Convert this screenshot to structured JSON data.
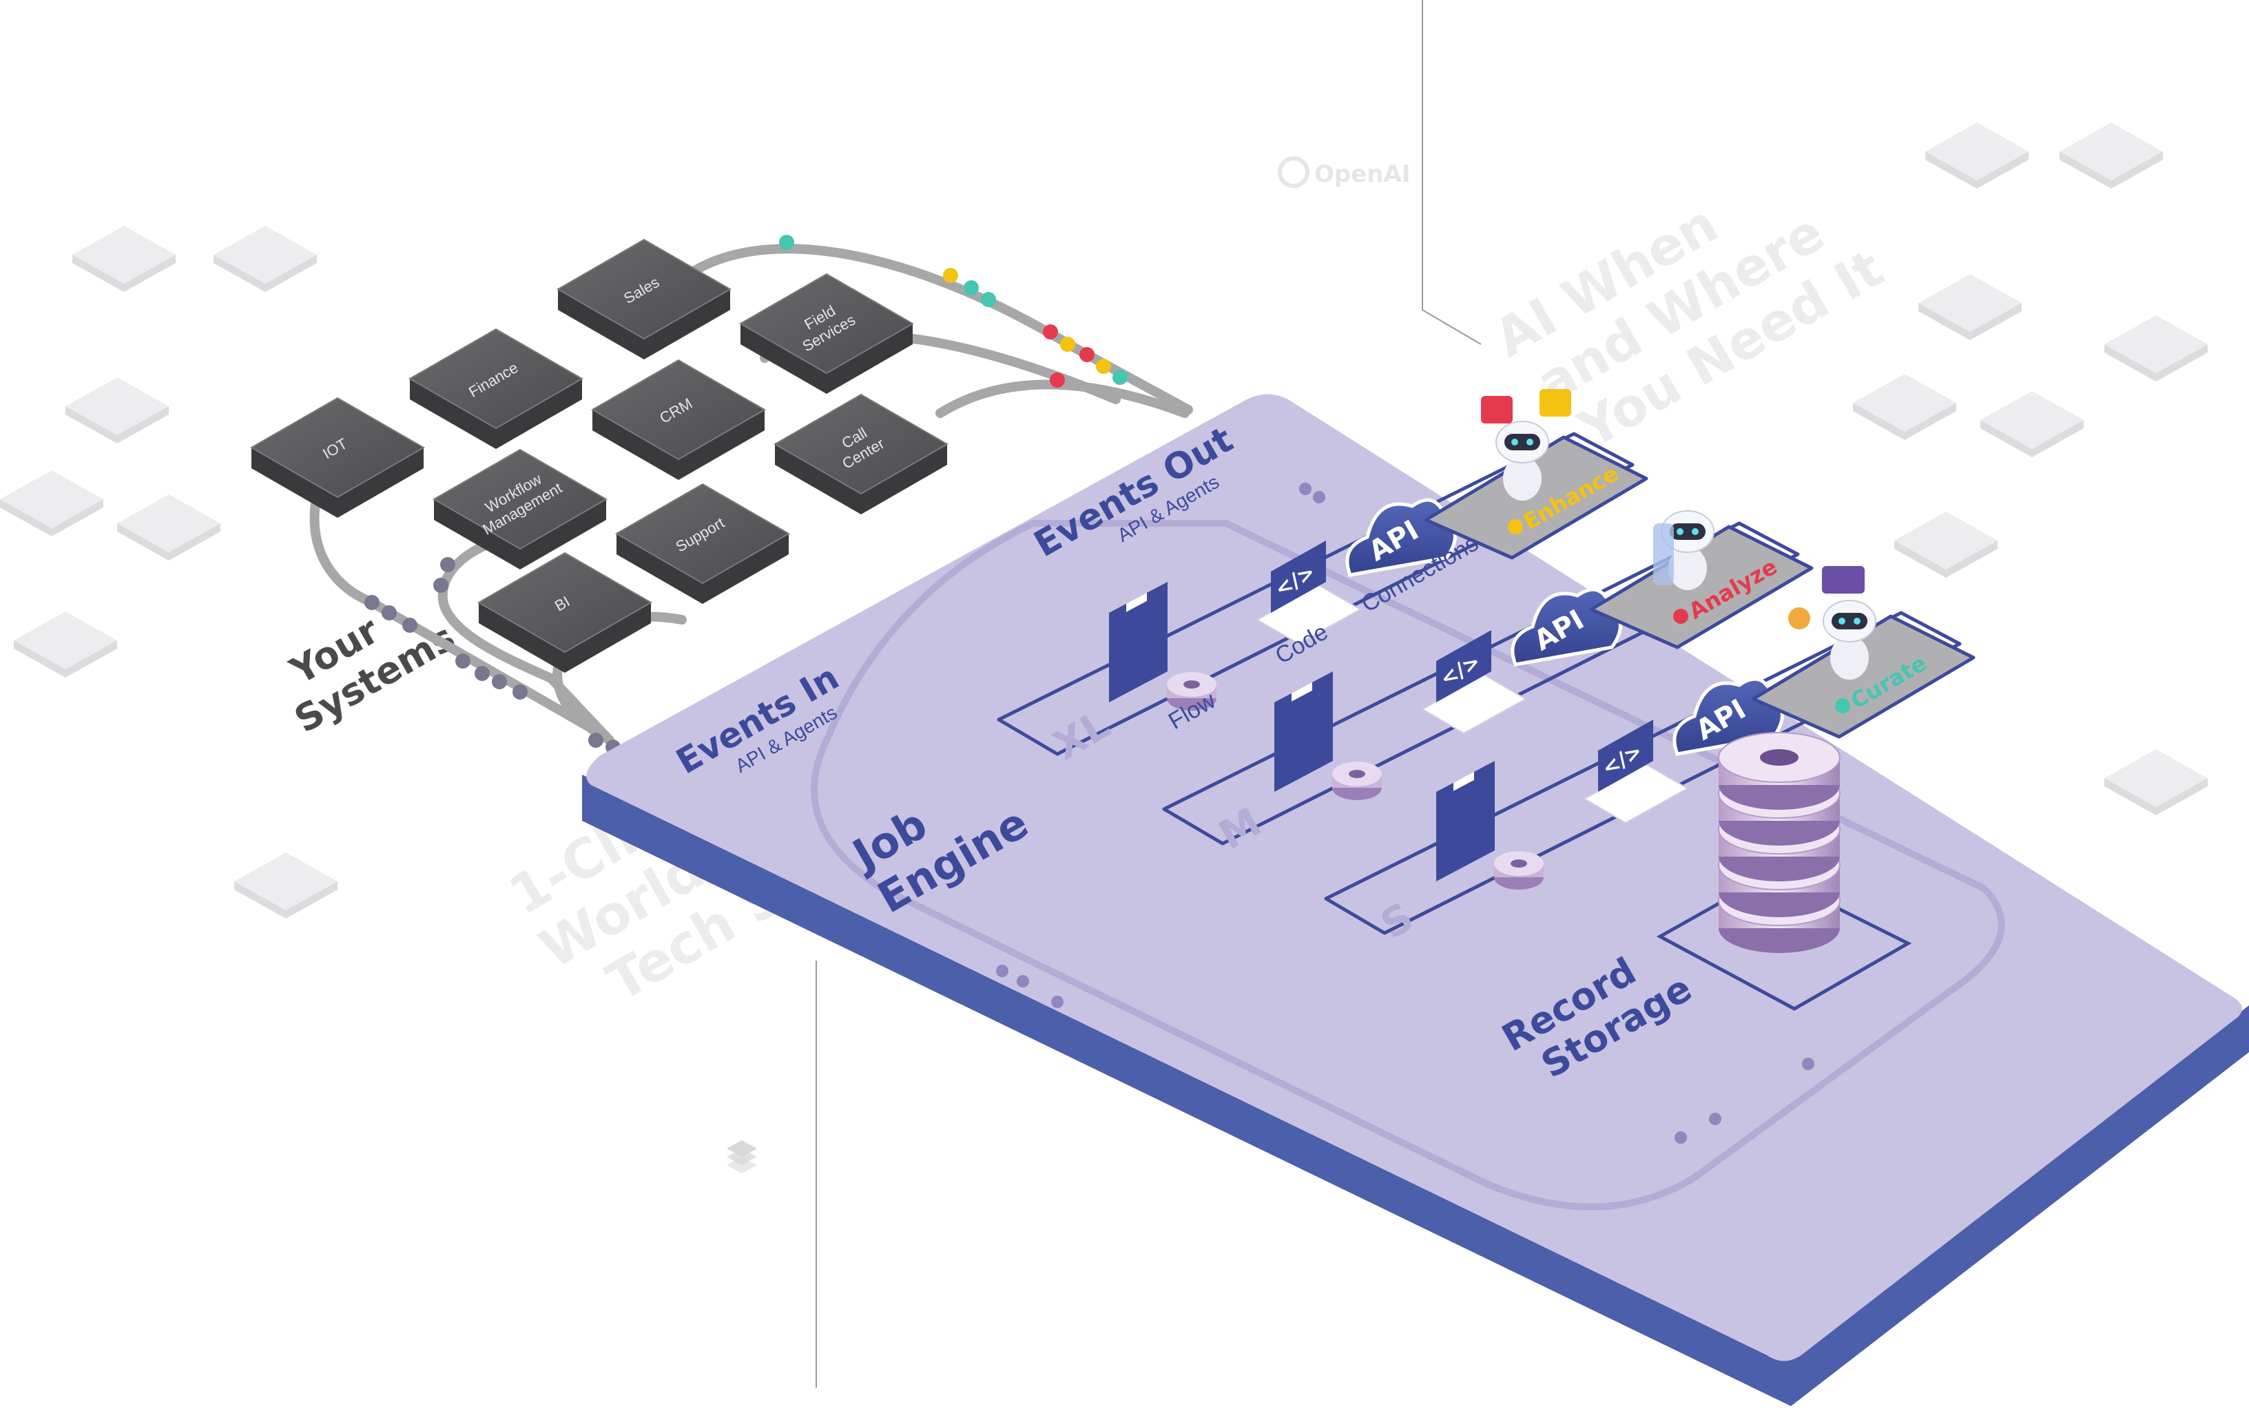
{
  "labels": {
    "your_systems": [
      "Your",
      "Systems"
    ],
    "tech_stack": [
      "1-Click",
      "World-Class",
      "Tech Stack"
    ],
    "ai_when": [
      "AI When",
      "and Where",
      "You Need It"
    ],
    "events_in": "Events In",
    "events_in_sub": "API & Agents",
    "events_out": "Events Out",
    "events_out_sub": "API & Agents",
    "job_engine": [
      "Job",
      "Engine"
    ],
    "record_storage": [
      "Record",
      "Storage"
    ],
    "openai": "OpenAI",
    "flow": "Flow",
    "code": "Code",
    "connections": "Connections",
    "api": "API"
  },
  "systems": [
    "Sales",
    "Field Services",
    "Finance",
    "CRM",
    "Call Center",
    "IOT",
    "Workflow Management",
    "Support",
    "BI"
  ],
  "tiers": [
    "XL",
    "M",
    "S"
  ],
  "ai_agents": [
    {
      "label": "Enhance",
      "color": "#f5c211"
    },
    {
      "label": "Analyze",
      "color": "#e53a4e"
    },
    {
      "label": "Curate",
      "color": "#45c6b0"
    }
  ],
  "colors": {
    "platform_top": "#c8c3e2",
    "platform_side": "#4b5faa",
    "accent": "#3d4a9c",
    "tile": "#5b5b5d",
    "dot_teal": "#45c6b0",
    "dot_yellow": "#f5c211",
    "dot_red": "#e53a4e"
  }
}
